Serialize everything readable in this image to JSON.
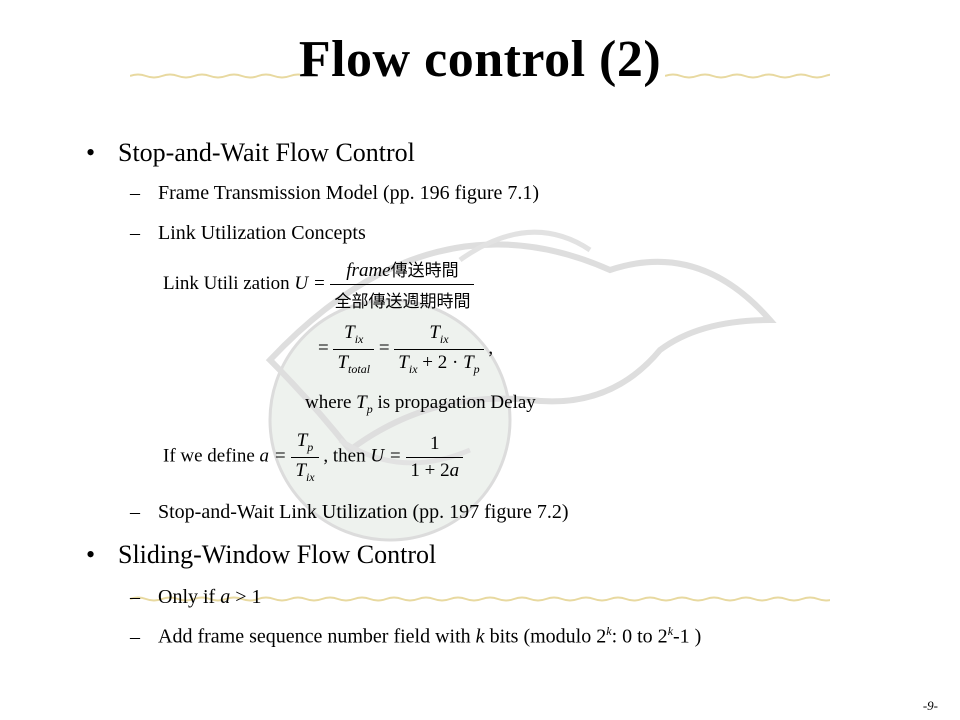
{
  "title": "Flow control (2)",
  "bullets": [
    {
      "text": "Stop-and-Wait Flow Control",
      "subs": [
        "Frame Transmission Model (pp. 196 figure 7.1)",
        "Link Utilization Concepts",
        "Stop-and-Wait Link Utilization (pp. 197 figure 7.2)"
      ]
    },
    {
      "text": "Sliding-Window Flow Control",
      "subs": [
        {
          "pre": "Only if ",
          "var": "a",
          "post": " > 1"
        },
        {
          "pre": "Add frame sequence number field with ",
          "var": "k",
          "mid": " bits (modulo 2",
          "sup1": "k",
          "mid2": ": 0 to 2",
          "sup2": "k",
          "post": "-1 )"
        }
      ]
    }
  ],
  "formula": {
    "line1_label": "Link Utili zation",
    "line1_var": "U =",
    "frame": "frame",
    "line1_num_cjk": "傳送時間",
    "line1_den_cjk": "全部傳送週期時間",
    "T": "T",
    "sub_ix": "ix",
    "sub_total": "total",
    "sub_p": "p",
    "eq": "=",
    "plus2": "+ 2 ·",
    "comma": ",",
    "where_pre": "where",
    "where_post": "is propagation Delay",
    "if_text": "If  we define",
    "a_eq": "a =",
    "then_text": ", then",
    "U_eq": "U =",
    "one": "1",
    "one_plus": "1 + 2",
    "a": "a"
  },
  "page_number": "-9-",
  "colors": {
    "decoration": "#e8d9a0",
    "watermark": "#e6e6e6"
  }
}
